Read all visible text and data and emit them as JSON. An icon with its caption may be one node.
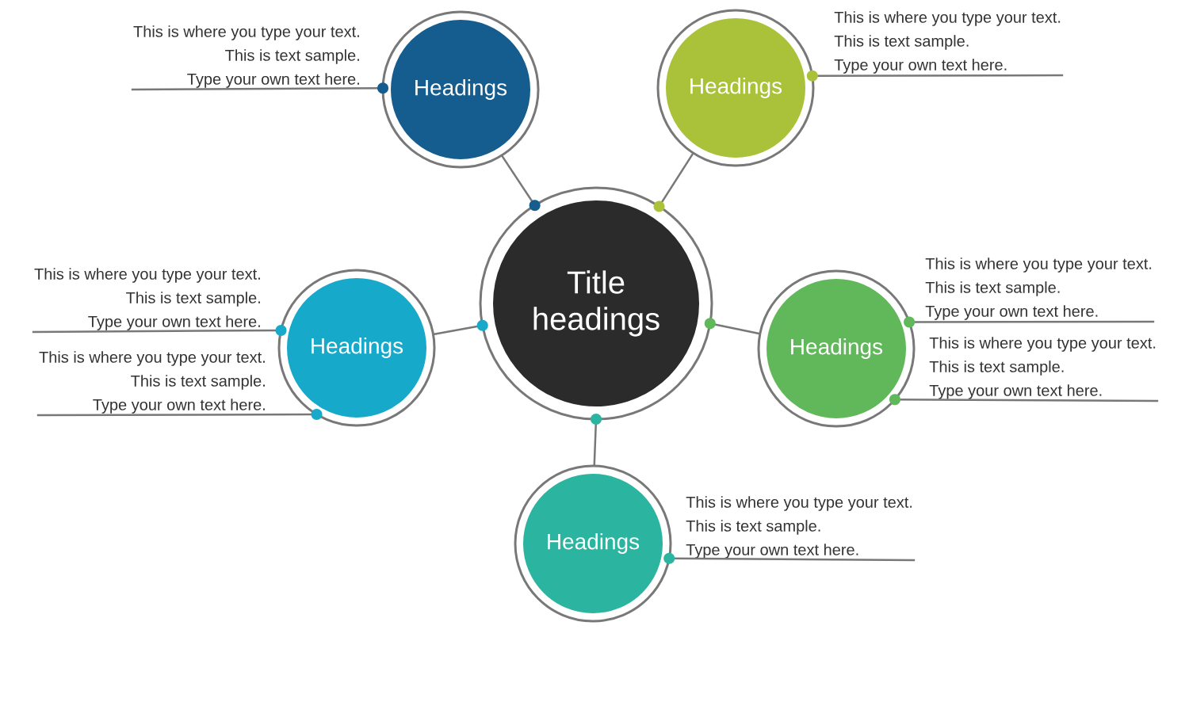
{
  "diagram": {
    "nodes": [
      {
        "text": [
          "Title headings"
        ]
      },
      {
        "text": [
          "Headings"
        ]
      },
      {
        "text": [
          "Headings"
        ]
      },
      {
        "text": [
          "Headings"
        ]
      },
      {
        "text": [
          "Headings"
        ]
      },
      {
        "text": [
          "Headings"
        ]
      },
      {
        "text": [
          "This is where you type your text.",
          "This is text sample.",
          "Type your own text here."
        ]
      },
      {
        "text": [
          "This is where you type your text.",
          "This is text sample.",
          "Type your own text here."
        ]
      },
      {
        "text": [
          "This is where you type your text.",
          "This is text sample.",
          "Type your own text here."
        ]
      },
      {
        "text": [
          "This is where you type your text.",
          "This is text sample.",
          "Type your own text here."
        ]
      },
      {
        "text": [
          "This is where you type your text.",
          "This is text sample.",
          "Type your own text here."
        ]
      },
      {
        "text": [
          "This is where you type your text.",
          "This is text sample.",
          "Type your own text here."
        ]
      },
      {
        "text": [
          "This is where you type your text.",
          "This is text sample.",
          "Type your own text here."
        ]
      }
    ],
    "edges": [
      {
        "from": 0,
        "to": 1,
        "arrow": "other"
      },
      {
        "from": 0,
        "to": 2,
        "arrow": "other"
      },
      {
        "from": 0,
        "to": 3,
        "arrow": "other"
      },
      {
        "from": 0,
        "to": 4,
        "arrow": "other"
      },
      {
        "from": 0,
        "to": 5,
        "arrow": "other"
      },
      {
        "from": 6,
        "to": 1,
        "arrow": "other"
      },
      {
        "from": 7,
        "to": 2,
        "arrow": "other"
      },
      {
        "from": 8,
        "to": 3,
        "arrow": "other"
      },
      {
        "from": 9,
        "to": 3,
        "arrow": "other"
      },
      {
        "from": 10,
        "to": 4,
        "arrow": "other"
      },
      {
        "from": 11,
        "to": 4,
        "arrow": "other"
      },
      {
        "from": 12,
        "to": 5,
        "arrow": "other"
      }
    ]
  }
}
